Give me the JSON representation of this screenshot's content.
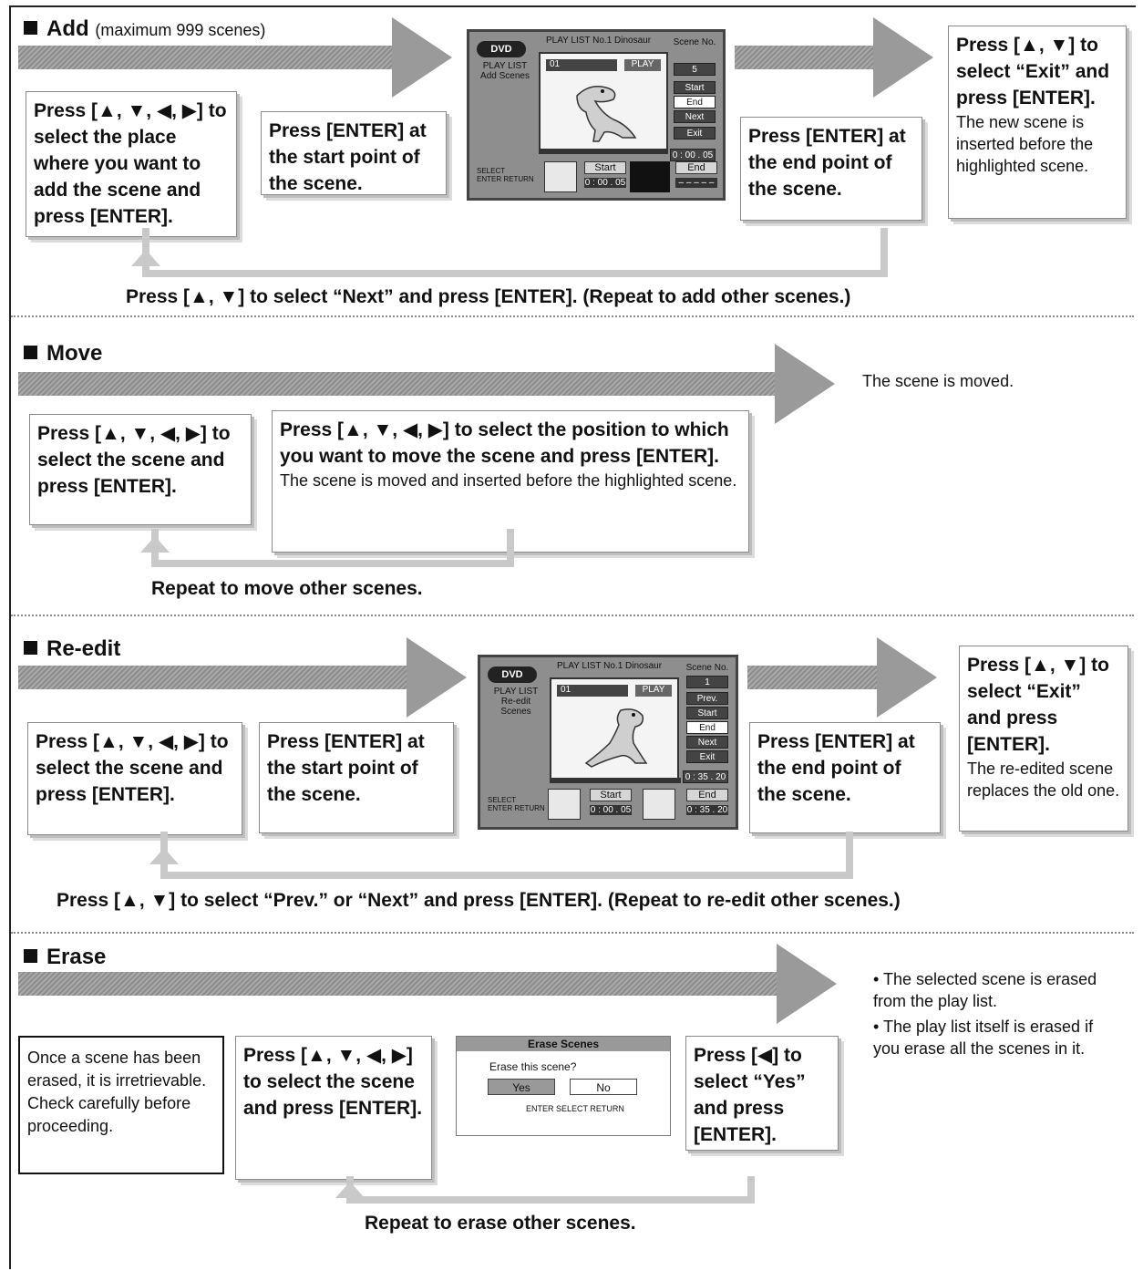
{
  "add": {
    "title": "Add",
    "subtitle": "(maximum 999 scenes)",
    "step1": "Press [▲, ▼, ◀, ▶] to select the place where you want to add the scene and press [ENTER].",
    "step2": "Press [ENTER] at the start point of the scene.",
    "step3": "Press [ENTER] at the end point of the scene.",
    "step4": "Press [▲, ▼] to select “Exit” and press [ENTER].",
    "step4_note": "The new scene is inserted before the highlighted scene.",
    "repeat": "Press [▲, ▼] to select “Next” and press [ENTER]. (Repeat to add other scenes.)",
    "screen": {
      "header": "PLAY LIST No.1 Dinosaur",
      "dvd": "DVD",
      "mode": "PLAY LIST\nAdd Scenes",
      "number": "01",
      "play": "PLAY",
      "scene_no_label": "Scene No.",
      "scene_no": "5",
      "buttons": [
        "Start",
        "End",
        "Next",
        "Exit"
      ],
      "time": "0 : 00 . 05",
      "start_label": "Start",
      "start_time": "0 : 00 . 05",
      "end_label": "End",
      "end_time": "– – – – –",
      "nav": "SELECT\nENTER  RETURN"
    }
  },
  "move": {
    "title": "Move",
    "step1": "Press [▲, ▼, ◀, ▶] to select the scene and press [ENTER].",
    "step2": "Press [▲, ▼, ◀, ▶] to select the position to which you want to move the scene and press [ENTER].",
    "step2_note": "The scene is moved and inserted before the highlighted scene.",
    "result": "The scene is moved.",
    "repeat": "Repeat to move other scenes."
  },
  "reedit": {
    "title": "Re-edit",
    "step1": "Press [▲, ▼, ◀, ▶] to select the scene and press [ENTER].",
    "step2": "Press [ENTER] at the start point of the scene.",
    "step3": "Press [ENTER] at the end point of the scene.",
    "step4": "Press [▲, ▼] to select “Exit” and press [ENTER].",
    "step4_note": "The re-edited scene replaces the old one.",
    "repeat": "Press [▲, ▼] to select “Prev.” or “Next” and press [ENTER]. (Repeat to re-edit other scenes.)",
    "screen": {
      "header": "PLAY LIST No.1 Dinosaur",
      "dvd": "DVD",
      "mode": "PLAY LIST\nRe-edit Scenes",
      "number": "01",
      "play": "PLAY",
      "scene_no_label": "Scene No.",
      "scene_no": "1",
      "buttons": [
        "Prev.",
        "Start",
        "End",
        "Next",
        "Exit"
      ],
      "time": "0 : 35 . 20",
      "start_label": "Start",
      "start_time": "0 : 00 . 05",
      "end_label": "End",
      "end_time": "0 : 35 . 20",
      "nav": "SELECT\nENTER  RETURN"
    }
  },
  "erase": {
    "title": "Erase",
    "warning": "Once a scene has been erased, it is irretrievable. Check carefully before proceeding.",
    "step1": "Press [▲, ▼, ◀, ▶] to select the scene and press [ENTER].",
    "step2": "Press [◀] to select “Yes” and press [ENTER].",
    "result1": "• The selected scene is erased from the play list.",
    "result2": "• The play list itself is erased if you erase all the scenes in it.",
    "repeat": "Repeat to erase other scenes.",
    "dialog": {
      "title": "Erase Scenes",
      "question": "Erase this scene?",
      "yes": "Yes",
      "no": "No",
      "hint": "ENTER  SELECT  RETURN"
    }
  }
}
